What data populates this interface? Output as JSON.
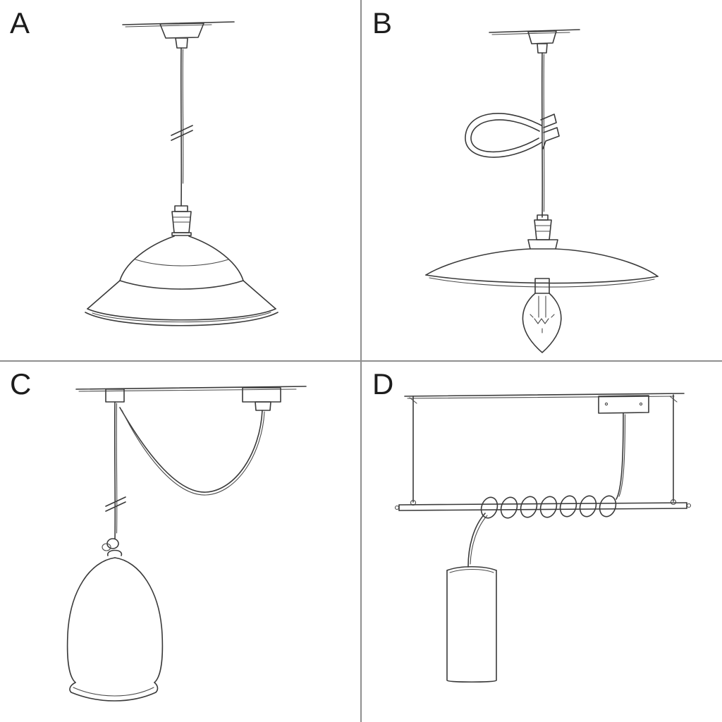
{
  "figure": {
    "title": "pendant-lamp-installation-sketches",
    "background": "#ffffff",
    "ink_color": "#3a3a3a",
    "divider_color": "#8f8f8f",
    "panels": [
      {
        "label": "A",
        "name": "pendant-with-industrial-bowl-shade"
      },
      {
        "label": "B",
        "name": "pendant-with-flat-plate-shade-bulb-and-cable-cleat"
      },
      {
        "label": "C",
        "name": "swag-pendant-with-bell-shade-and-hook"
      },
      {
        "label": "D",
        "name": "pendant-with-bar-wrapped-cable-and-cylinder-shade"
      }
    ]
  }
}
